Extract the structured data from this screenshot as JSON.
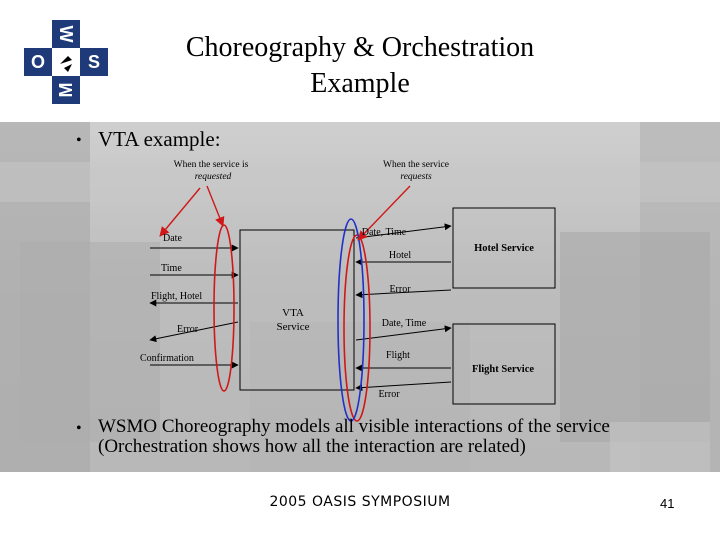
{
  "logo": {
    "letters": [
      "W",
      "O",
      "S",
      "M"
    ]
  },
  "title": {
    "line1": "Choreography & Orchestration",
    "line2": "Example"
  },
  "bullet1": {
    "text": "VTA example:"
  },
  "diagram": {
    "note_left": [
      "When the service is",
      "requested"
    ],
    "note_right": [
      "When the service",
      "requests"
    ],
    "left_messages": [
      "Date",
      "Time",
      "Flight, Hotel",
      "Error",
      "Confirmation"
    ],
    "center_box_label": [
      "VTA",
      "Service"
    ],
    "hotel_messages": [
      "Date, Time",
      "Hotel",
      "Error"
    ],
    "flight_messages": [
      "Date, Time",
      "Flight",
      "Error"
    ],
    "hotel_service_label": "Hotel Service",
    "flight_service_label": "Flight Service",
    "accent_colors": {
      "ellipse_red": "#d01818",
      "ellipse_blue": "#2030c8",
      "arrow_red": "#d01818"
    }
  },
  "bullet2": {
    "line1": "WSMO Choreography models all visible interactions of the service",
    "line2": "(Orchestration shows how all the interaction are related)"
  },
  "footer": {
    "text": "2005 OASIS SYMPOSIUM",
    "page": "41"
  }
}
